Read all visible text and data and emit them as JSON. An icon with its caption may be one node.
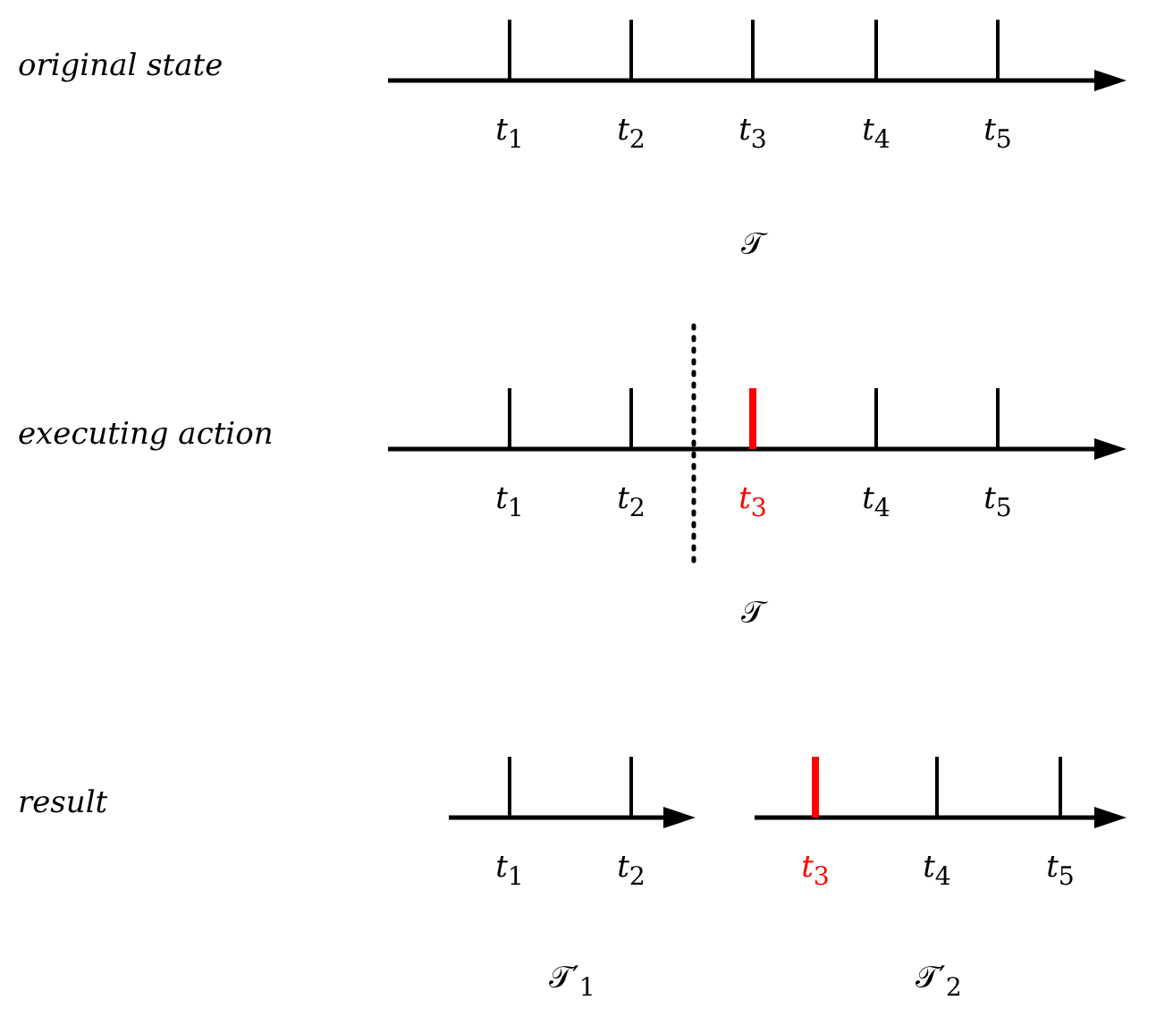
{
  "diagram": {
    "labels": [
      "original state",
      "*t*$_{1}$",
      "*t*$_{2}$",
      "*t*$_{3}$",
      "*t*$_{4}$",
      "*t*$_{5}$",
      "𝒯",
      "executing action",
      "*t*$_{1}$",
      "*t*$_{2}$",
      "*t*$_{3}$",
      "*t*$_{4}$",
      "*t*$_{5}$",
      "𝒯",
      "result",
      "*t*$_{1}$",
      "*t*$_{2}$",
      "*t*$_{3}$",
      "*t*$_{4}$",
      "*t*$_{5}$",
      "𝒯′$_{1}$",
      "𝒯′$_{2}$"
    ]
  }
}
